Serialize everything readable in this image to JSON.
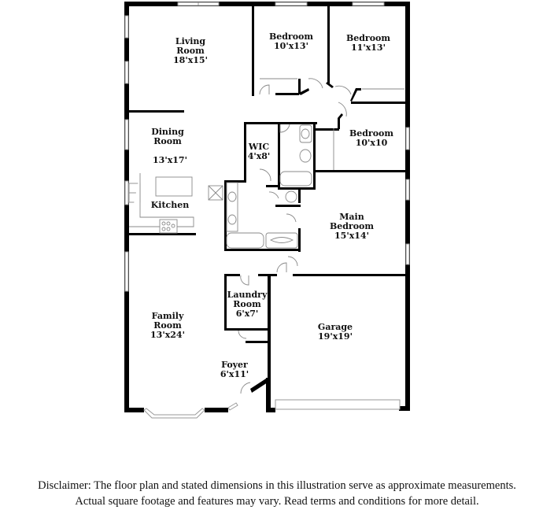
{
  "floor_plan": {
    "rooms": [
      {
        "id": "living-room",
        "name_lines": [
          "Living",
          "Room"
        ],
        "dimensions": "18'x15'"
      },
      {
        "id": "bedroom-1",
        "name_lines": [
          "Bedroom"
        ],
        "dimensions": "10'x13'"
      },
      {
        "id": "bedroom-2",
        "name_lines": [
          "Bedroom"
        ],
        "dimensions": "11'x13'"
      },
      {
        "id": "dining-room",
        "name_lines": [
          "Dining",
          "Room"
        ],
        "dimensions": "13'x17'"
      },
      {
        "id": "wic",
        "name_lines": [
          "WIC"
        ],
        "dimensions": "4'x8'"
      },
      {
        "id": "bedroom-3",
        "name_lines": [
          "Bedroom"
        ],
        "dimensions": "10'x10"
      },
      {
        "id": "kitchen",
        "name_lines": [
          "Kitchen"
        ],
        "dimensions": ""
      },
      {
        "id": "main-bedroom",
        "name_lines": [
          "Main",
          "Bedroom"
        ],
        "dimensions": "15'x14'"
      },
      {
        "id": "laundry-room",
        "name_lines": [
          "Laundry",
          "Room"
        ],
        "dimensions": "6'x7'"
      },
      {
        "id": "family-room",
        "name_lines": [
          "Family",
          "Room"
        ],
        "dimensions": "13'x24'"
      },
      {
        "id": "garage",
        "name_lines": [
          "Garage"
        ],
        "dimensions": "19'x19'"
      },
      {
        "id": "foyer",
        "name_lines": [
          "Foyer"
        ],
        "dimensions": "6'x11'"
      }
    ]
  },
  "labels": {
    "living_1": "Living",
    "living_2": "Room",
    "living_dim": "18'x15'",
    "bed1_1": "Bedroom",
    "bed1_dim": "10'x13'",
    "bed2_1": "Bedroom",
    "bed2_dim": "11'x13'",
    "dining_1": "Dining",
    "dining_2": "Room",
    "dining_dim": "13'x17'",
    "wic_1": "WIC",
    "wic_dim": "4'x8'",
    "bed3_1": "Bedroom",
    "bed3_dim": "10'x10",
    "kitchen_1": "Kitchen",
    "main_1": "Main",
    "main_2": "Bedroom",
    "main_dim": "15'x14'",
    "laundry_1": "Laundry",
    "laundry_2": "Room",
    "laundry_dim": "6'x7'",
    "family_1": "Family",
    "family_2": "Room",
    "family_dim": "13'x24'",
    "garage_1": "Garage",
    "garage_dim": "19'x19'",
    "foyer_1": "Foyer",
    "foyer_dim": "6'x11'"
  },
  "disclaimer": {
    "line1": "Disclaimer: The floor plan and stated dimensions in this illustration serve as approximate measurements.",
    "line2": "Actual square footage and features may vary. Read terms and conditions for more detail."
  }
}
